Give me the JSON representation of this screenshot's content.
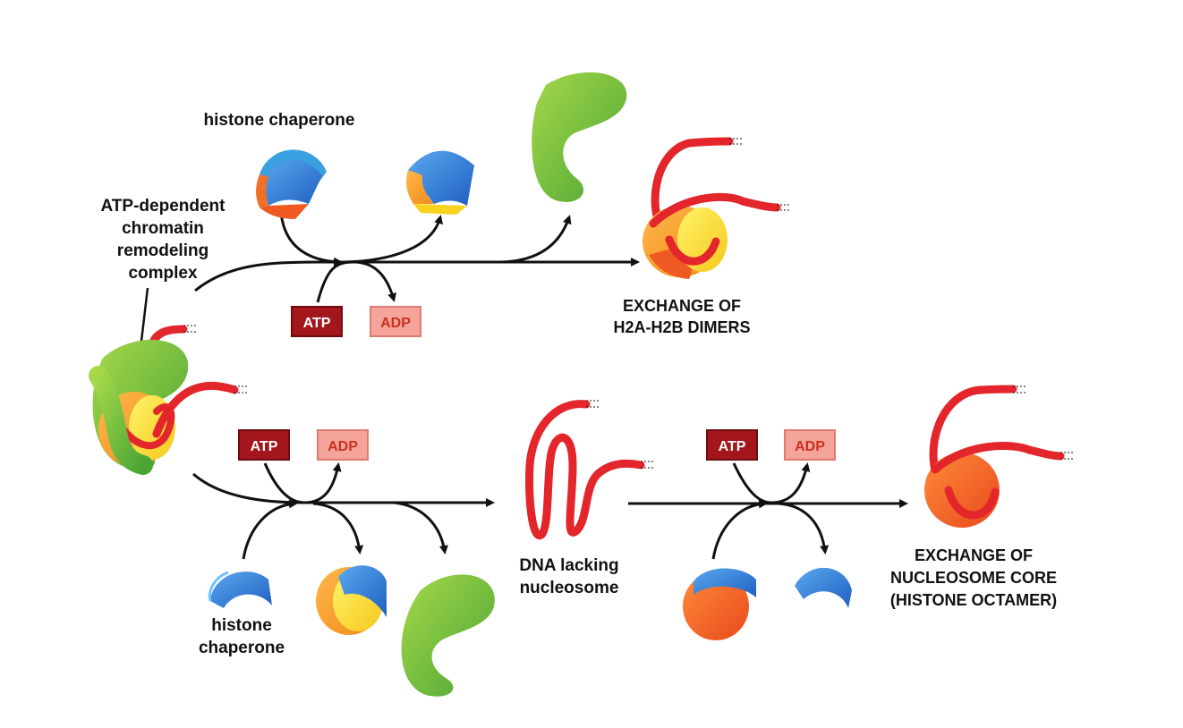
{
  "labels": {
    "chaperone_top": "histone chaperone",
    "remodeler": [
      "ATP-dependent",
      "chromatin",
      "remodeling",
      "complex"
    ],
    "exchange_dimers": [
      "EXCHANGE OF",
      "H2A-H2B DIMERS"
    ],
    "dna_lacking": [
      "DNA lacking",
      "nucleosome"
    ],
    "chaperone_bottom": [
      "histone",
      "chaperone"
    ],
    "exchange_core": [
      "EXCHANGE OF",
      "NUCLEOSOME CORE",
      "(HISTONE OCTAMER)"
    ]
  },
  "badges": {
    "atp": "ATP",
    "adp": "ADP"
  },
  "colors": {
    "dna": "#e3262b",
    "remodeler": "#6cbd3c",
    "chaperone": "#2f7fd6",
    "dimer_new": "#f8a63a",
    "dimer_old": "#ef5a23",
    "octamer_new": "#f15e25",
    "atp_badge": "#a3161b",
    "adp_badge": "#f4a49a"
  }
}
